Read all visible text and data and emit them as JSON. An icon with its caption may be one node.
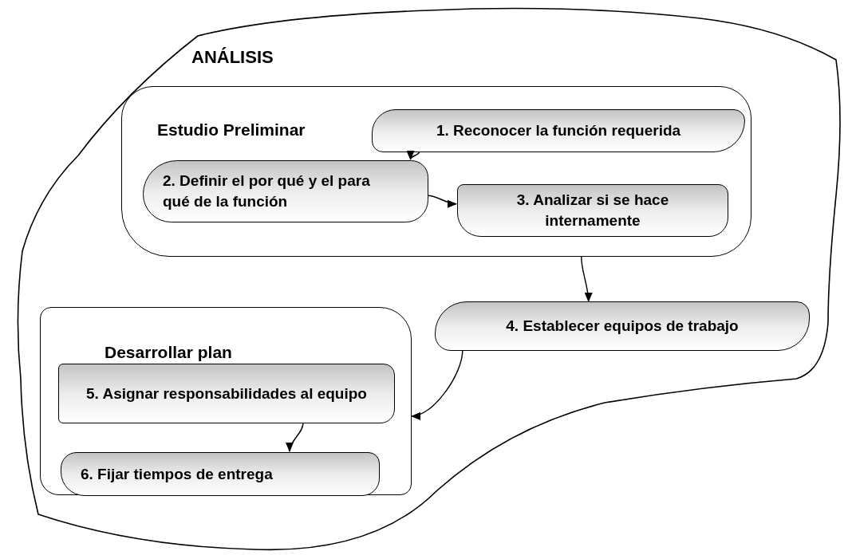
{
  "diagram": {
    "nodes": [
      {
        "text": [
          "ANÁLISIS"
        ]
      },
      {
        "text": [
          "Estudio Preliminar"
        ],
        "in": 0
      },
      {
        "text": [
          "1. Reconocer la función requerida"
        ],
        "in": 1
      },
      {
        "text": [
          "2. Definir el por qué y el para qué de la función"
        ],
        "in": 1
      },
      {
        "text": [
          "3. Analizar si se hace internamente"
        ],
        "in": 1
      },
      {
        "text": [
          "4. Establecer equipos de trabajo"
        ],
        "in": 0
      },
      {
        "text": [
          "Desarrollar plan"
        ],
        "in": 0
      },
      {
        "text": [
          "5. Asignar responsabilidades al equipo"
        ],
        "in": 6
      },
      {
        "text": [
          "6. Fijar tiempos de entrega"
        ],
        "in": 6
      }
    ],
    "edges": [
      {
        "from": 2,
        "to": 3,
        "arrow": "to"
      },
      {
        "from": 3,
        "to": 4,
        "arrow": "to"
      },
      {
        "from": 1,
        "to": 5,
        "arrow": "to"
      },
      {
        "from": 5,
        "to": 6,
        "arrow": "to"
      },
      {
        "from": 7,
        "to": 8,
        "arrow": "to"
      }
    ]
  }
}
